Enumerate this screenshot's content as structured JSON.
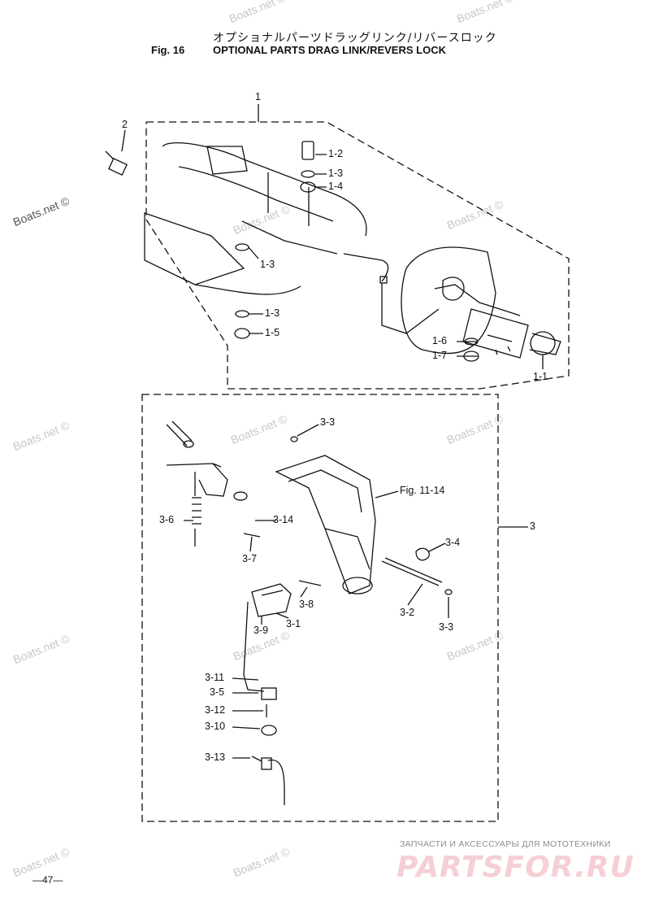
{
  "header": {
    "title_jp": "オプショナルパーツドラッグリンク/リバースロック",
    "fig_number": "Fig. 16",
    "title_en": "OPTIONAL PARTS DRAG LINK/REVERS LOCK"
  },
  "page_number": "—47—",
  "watermark": "Boats.net ©",
  "brand": {
    "tagline": "ЗАПЧАСТИ И АКСЕССУАРЫ ДЛЯ МОТОТЕХНИКИ",
    "logo": "PARTSFOR.RU"
  },
  "callouts": {
    "c1": "1",
    "c2": "2",
    "c1_2": "1-2",
    "c1_3a": "1-3",
    "c1_4": "1-4",
    "c1_3b": "1-3",
    "c1_3c": "1-3",
    "c1_5": "1-5",
    "c1_6": "1-6",
    "c1_7": "1-7",
    "c1_1": "1-1",
    "c3_3a": "3-3",
    "fig11": "Fig. 11-14",
    "c3": "3",
    "c3_6": "3-6",
    "c3_14": "3-14",
    "c3_4": "3-4",
    "c3_7": "3-7",
    "c3_8": "3-8",
    "c3_2": "3-2",
    "c3_9": "3-9",
    "c3_1": "3-1",
    "c3_3b": "3-3",
    "c3_11": "3-11",
    "c3_5": "3-5",
    "c3_12": "3-12",
    "c3_10": "3-10",
    "c3_13": "3-13"
  }
}
